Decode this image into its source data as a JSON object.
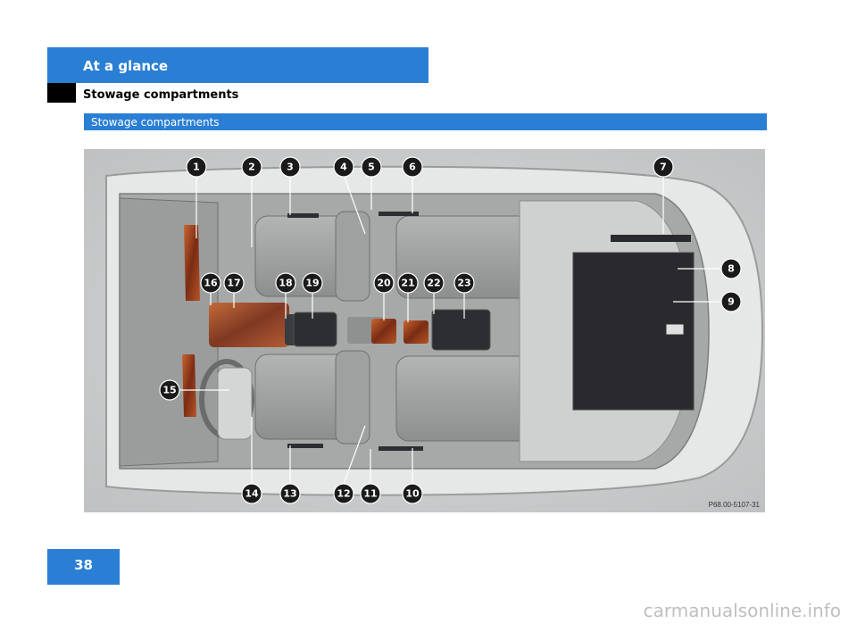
{
  "header": {
    "section_title": "At a glance",
    "page_subtitle": "Stowage compartments"
  },
  "section_bar": {
    "title": "Stowage compartments"
  },
  "figure": {
    "reference_code": "P68.00-5107-31",
    "callouts": [
      "1",
      "2",
      "3",
      "4",
      "5",
      "6",
      "7",
      "8",
      "9",
      "10",
      "11",
      "12",
      "13",
      "14",
      "15",
      "16",
      "17",
      "18",
      "19",
      "20",
      "21",
      "22",
      "23"
    ]
  },
  "footer": {
    "page_number": "38",
    "watermark": "carmanualsonline.info"
  },
  "colors": {
    "accent": "#2a7fd4",
    "wood": "#8a3a1c",
    "dark_panel": "#2a2a2e"
  }
}
